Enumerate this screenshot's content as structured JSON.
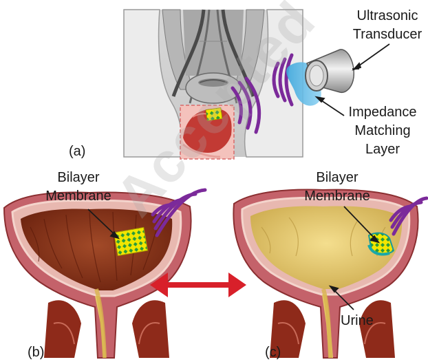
{
  "panel_a": {
    "label": "(a)",
    "transducer_label": [
      "Ultrasonic",
      "Transducer"
    ],
    "matching_label": [
      "Impedance",
      "Matching",
      "Layer"
    ]
  },
  "panel_b": {
    "label": "(b)",
    "membrane_label": [
      "Bilayer",
      "Membrane"
    ]
  },
  "panel_c": {
    "label": "(c)",
    "membrane_label": [
      "Bilayer",
      "Membrane"
    ],
    "urine_label": "Urine"
  },
  "watermark": "Accepted",
  "colors": {
    "wave": "#7b2a9a",
    "arrow": "#d8202a",
    "membrane": "#f2e600",
    "membrane_pattern": "#2a9a3a",
    "matching_layer": "#5bb8e6",
    "bladder_wall": "#c4626a",
    "urine": "#e6c96a",
    "muscle": "#8e2a1a"
  }
}
